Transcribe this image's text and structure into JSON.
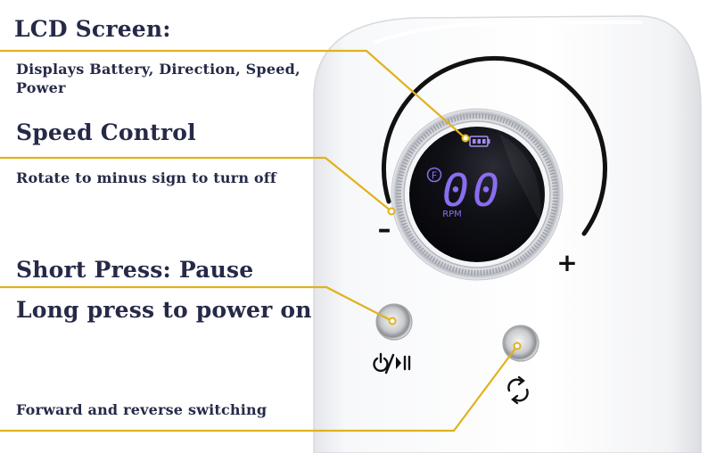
{
  "callouts": {
    "lcd": {
      "title": "LCD Screen:",
      "description_line1": "Displays Battery, Direction, Speed,",
      "description_line2": "Power"
    },
    "speed": {
      "title": "Speed Control",
      "description": "Rotate to minus sign to turn off"
    },
    "power": {
      "title_line1": "Short Press: Pause",
      "title_line2": "Long press to power on"
    },
    "direction": {
      "description": "Forward and reverse switching"
    }
  },
  "display": {
    "direction_indicator": "F",
    "speed_value": "00",
    "unit": "RPM"
  },
  "dial_marks": {
    "minus": "–",
    "plus": "+"
  },
  "button_icons": {
    "power_button": "power-play-pause-icon",
    "direction_button": "rotate-direction-icon"
  },
  "colors": {
    "callout_line": "#e0b21c",
    "text": "#262a48",
    "lcd_digits": "#8a6df0",
    "lcd_face": "#0a0a10"
  }
}
